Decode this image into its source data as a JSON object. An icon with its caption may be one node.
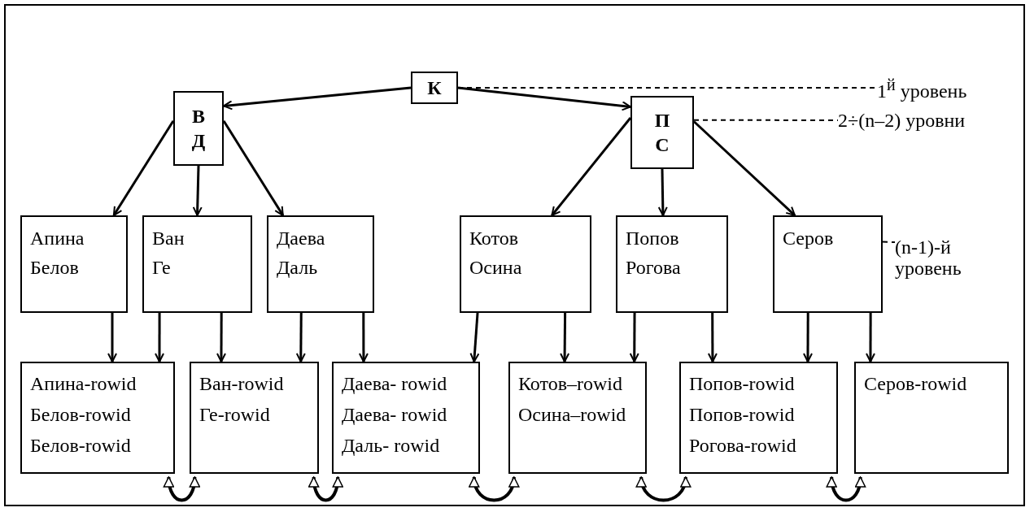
{
  "diagram": {
    "nodes": [
      {
        "text": [
          "К"
        ]
      },
      {
        "text": [
          "В",
          "Д"
        ]
      },
      {
        "text": [
          "П",
          "С"
        ]
      },
      {
        "text": [
          "Апина",
          "Белов"
        ]
      },
      {
        "text": [
          "Ван",
          "Ге"
        ]
      },
      {
        "text": [
          "Даева",
          "Даль"
        ]
      },
      {
        "text": [
          "Котов",
          "Осина"
        ]
      },
      {
        "text": [
          "Попов",
          "Рогова"
        ]
      },
      {
        "text": [
          "Серов"
        ]
      },
      {
        "text": [
          "Апина-rowid",
          "Белов-rowid",
          "Белов-rowid"
        ]
      },
      {
        "text": [
          "Ван-rowid",
          "Ге-rowid"
        ]
      },
      {
        "text": [
          "Даева- rowid",
          "Даева- rowid",
          "Даль- rowid"
        ]
      },
      {
        "text": [
          "Котов–rowid",
          "Осина–rowid"
        ]
      },
      {
        "text": [
          "Попов-rowid",
          "Попов-rowid",
          "Рогова-rowid"
        ]
      },
      {
        "text": [
          "Серов-rowid"
        ]
      },
      {
        "text": [
          "1$^{й}$ уровень"
        ]
      },
      {
        "text": [
          "2÷(n–2) уровни"
        ]
      },
      {
        "text": [
          "(n-1)-й уровень"
        ]
      }
    ],
    "edges": [
      {
        "from": 0,
        "to": 1,
        "arrow": "to"
      },
      {
        "from": 0,
        "to": 2,
        "arrow": "to"
      },
      {
        "from": 1,
        "to": 3,
        "arrow": "to"
      },
      {
        "from": 1,
        "to": 4,
        "arrow": "to"
      },
      {
        "from": 1,
        "to": 5,
        "arrow": "to"
      },
      {
        "from": 2,
        "to": 6,
        "arrow": "to"
      },
      {
        "from": 2,
        "to": 7,
        "arrow": "to"
      },
      {
        "from": 2,
        "to": 8,
        "arrow": "to"
      },
      {
        "from": 3,
        "to": 9,
        "arrow": "to"
      },
      {
        "from": 4,
        "to": 9,
        "arrow": "to"
      },
      {
        "from": 4,
        "to": 10,
        "arrow": "to"
      },
      {
        "from": 5,
        "to": 10,
        "arrow": "to"
      },
      {
        "from": 5,
        "to": 11,
        "arrow": "to"
      },
      {
        "from": 6,
        "to": 11,
        "arrow": "to"
      },
      {
        "from": 6,
        "to": 12,
        "arrow": "to"
      },
      {
        "from": 7,
        "to": 12,
        "arrow": "to"
      },
      {
        "from": 7,
        "to": 13,
        "arrow": "to"
      },
      {
        "from": 8,
        "to": 13,
        "arrow": "to"
      },
      {
        "from": 8,
        "to": 14,
        "arrow": "to"
      },
      {
        "from": 9,
        "to": 10,
        "arrow": "both"
      },
      {
        "from": 10,
        "to": 11,
        "arrow": "both"
      },
      {
        "from": 11,
        "to": 12,
        "arrow": "both"
      },
      {
        "from": 12,
        "to": 13,
        "arrow": "both"
      },
      {
        "from": 13,
        "to": 14,
        "arrow": "both"
      },
      {
        "from": 0,
        "to": 15,
        "arrow": "none",
        "style": "dashed"
      },
      {
        "from": 2,
        "to": 16,
        "arrow": "none",
        "style": "dashed"
      },
      {
        "from": 8,
        "to": 17,
        "arrow": "none",
        "style": "dashed"
      }
    ]
  }
}
